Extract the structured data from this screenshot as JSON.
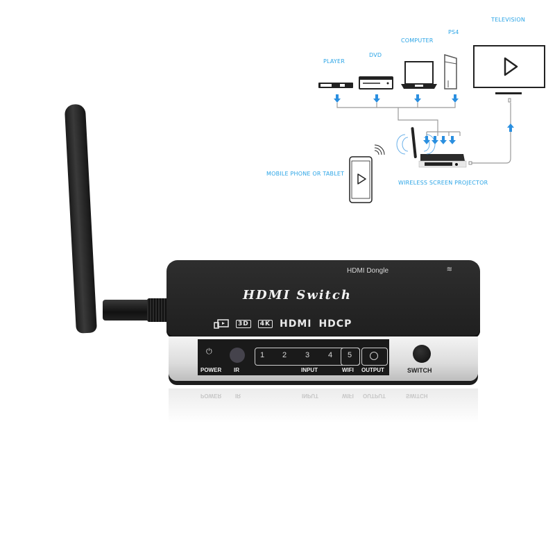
{
  "diagram": {
    "sources": [
      {
        "label": "PLAYER",
        "icon": "media-player-icon"
      },
      {
        "label": "DVD",
        "icon": "dvd-player-icon"
      },
      {
        "label": "COMPUTER",
        "icon": "laptop-icon"
      },
      {
        "label": "PS4",
        "icon": "game-console-icon"
      }
    ],
    "display": {
      "label": "TELEVISION",
      "icon": "television-icon"
    },
    "hub": {
      "label": "WIRELESS SCREEN PROJECTOR",
      "icon": "hdmi-switch-icon"
    },
    "mobile": {
      "label": "MOBILE PHONE OR TABLET",
      "icon": "smartphone-icon"
    },
    "colors": {
      "accent": "#2aa4e6",
      "line": "#9a9a9a",
      "outline": "#222222"
    }
  },
  "product": {
    "top_label": "HDMI Dongle",
    "brand": "HDMI Switch",
    "badges": [
      "3D",
      "4K",
      "HDMI",
      "HDCP"
    ],
    "front": {
      "power_label": "POWER",
      "power_glyph": "⏻",
      "ir_label": "IR",
      "inputs": [
        "1",
        "2",
        "3",
        "4"
      ],
      "input_label": "INPUT",
      "wifi_number": "5",
      "wifi_label": "WIFI",
      "output_label": "OUTPUT",
      "switch_label": "SWITCH"
    }
  }
}
